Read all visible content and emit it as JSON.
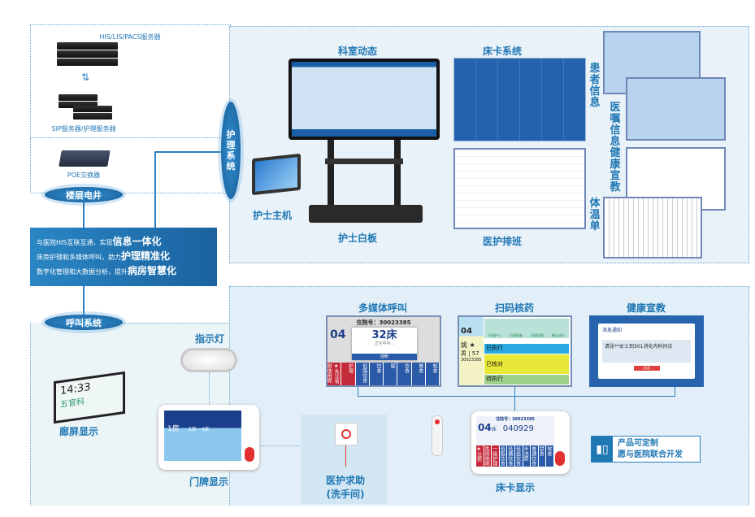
{
  "left_panel": {
    "servers_top": "HIS/LIS/PACS服务器",
    "servers_bottom": "SIP服务器/护理服务器",
    "switch": "POE交换器",
    "floor_well": "楼层电井",
    "call_system": "呼叫系统",
    "nursing_system": "护理系统",
    "summary": [
      {
        "prefix": "与医院HIS互联互通，实现",
        "highlight": "信息一体化"
      },
      {
        "prefix": "床旁护理和多媒体呼叫，助力",
        "highlight": "护理精准化"
      },
      {
        "prefix": "数字化管理和大数据分析，提升",
        "highlight": "病房智慧化"
      }
    ]
  },
  "nursing": {
    "dept_dynamics": "科室动态",
    "nurse_whiteboard": "护士白板",
    "nurse_host": "护士主机",
    "bed_card_system": "床卡系统",
    "staff_schedule": "医护排班",
    "patient_info": "患者信息",
    "medical_orders": "医嘱信息",
    "health_education": "健康宣教",
    "temperature_chart": "体温单"
  },
  "call": {
    "indicator_light": "指示灯",
    "corridor_display": "廊屏显示",
    "corridor_time": "14:33",
    "corridor_dept": "五官科",
    "door_display": "门牌显示",
    "door_room": "1房",
    "door_beds": "2床 - 4床",
    "help_button": "医护求助",
    "help_location": "(洗手间)",
    "multimedia_call": "多媒体呼叫",
    "scan_medicine": "扫码核药",
    "health_education": "健康宣教",
    "bed_card_display": "床卡显示",
    "custom_line1": "产品可定制",
    "custom_line2": "愿与医院联合开发"
  },
  "multimedia_screen": {
    "admission_no": "住院号：30023385",
    "bed": "04",
    "popup_bed": "32床",
    "popup_status": "正在呼叫...",
    "popup_button": "挂断",
    "tags": [
      "★失注有射他用呢",
      "护理",
      "低脂饮食",
      "饮食",
      "腻",
      "饮食",
      "普食",
      "软食"
    ]
  },
  "scan_screen": {
    "bed": "04",
    "patient": "姚 ★",
    "sex_age": "男 | 57",
    "id": "30023385",
    "steps": [
      "扫描护士",
      "扫描患者",
      "扫描药瓶",
      "确认执行"
    ],
    "status": [
      "已执行",
      "已核对",
      "待执行"
    ]
  },
  "education_screen": {
    "title": "消息通知",
    "message": "请张**女士到301消化内科问诊",
    "button": "关闭"
  },
  "bed_card": {
    "admission_no": "住院号：30023385",
    "bed": "04",
    "bed_unit": "床",
    "code": "040929",
    "tags": [
      "★注射用",
      "失用他呢",
      "一级护理",
      "低脂饮食",
      "低糖饮食",
      "低盐饮食",
      "半流质",
      "普通饮食",
      "禁食",
      "软食"
    ]
  }
}
